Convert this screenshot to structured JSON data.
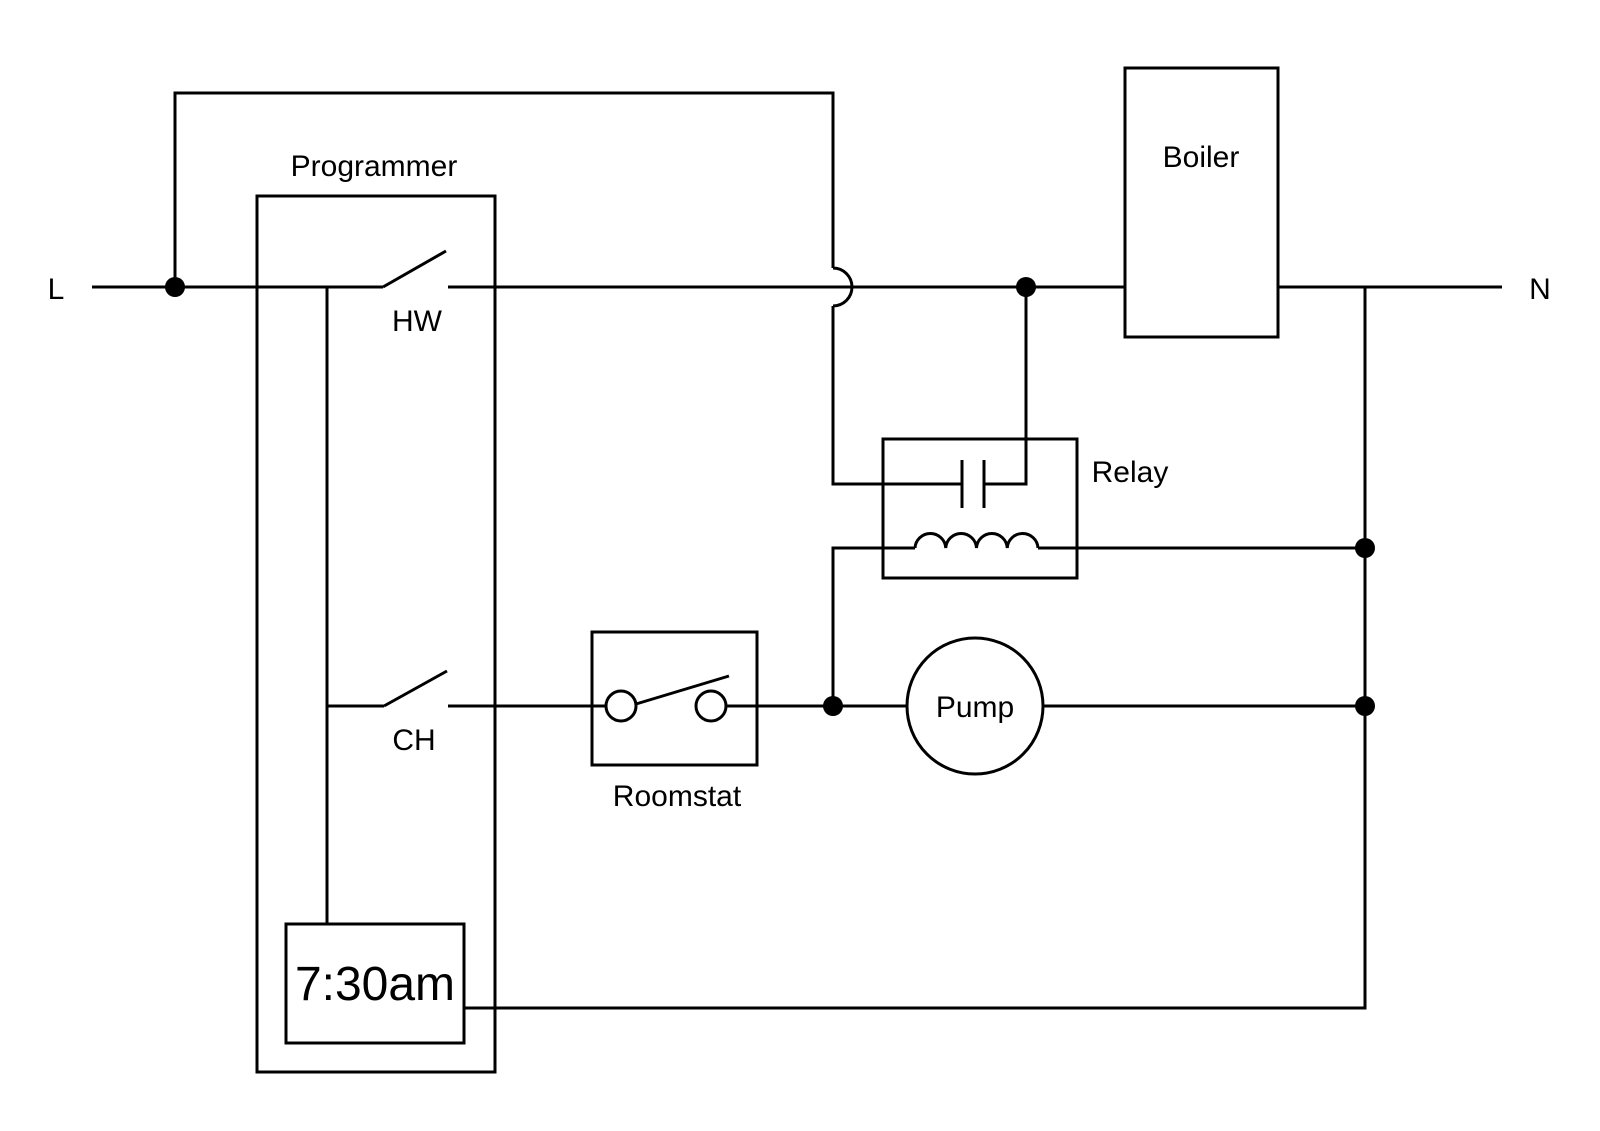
{
  "colors": {
    "line": "#000000",
    "background": "#ffffff"
  },
  "terminals": {
    "live": "L",
    "neutral": "N"
  },
  "programmer": {
    "label": "Programmer",
    "hw_switch_label": "HW",
    "ch_switch_label": "CH",
    "timer_value": "7:30am"
  },
  "boiler": {
    "label": "Boiler"
  },
  "relay": {
    "label": "Relay"
  },
  "roomstat": {
    "label": "Roomstat"
  },
  "pump": {
    "label": "Pump"
  }
}
